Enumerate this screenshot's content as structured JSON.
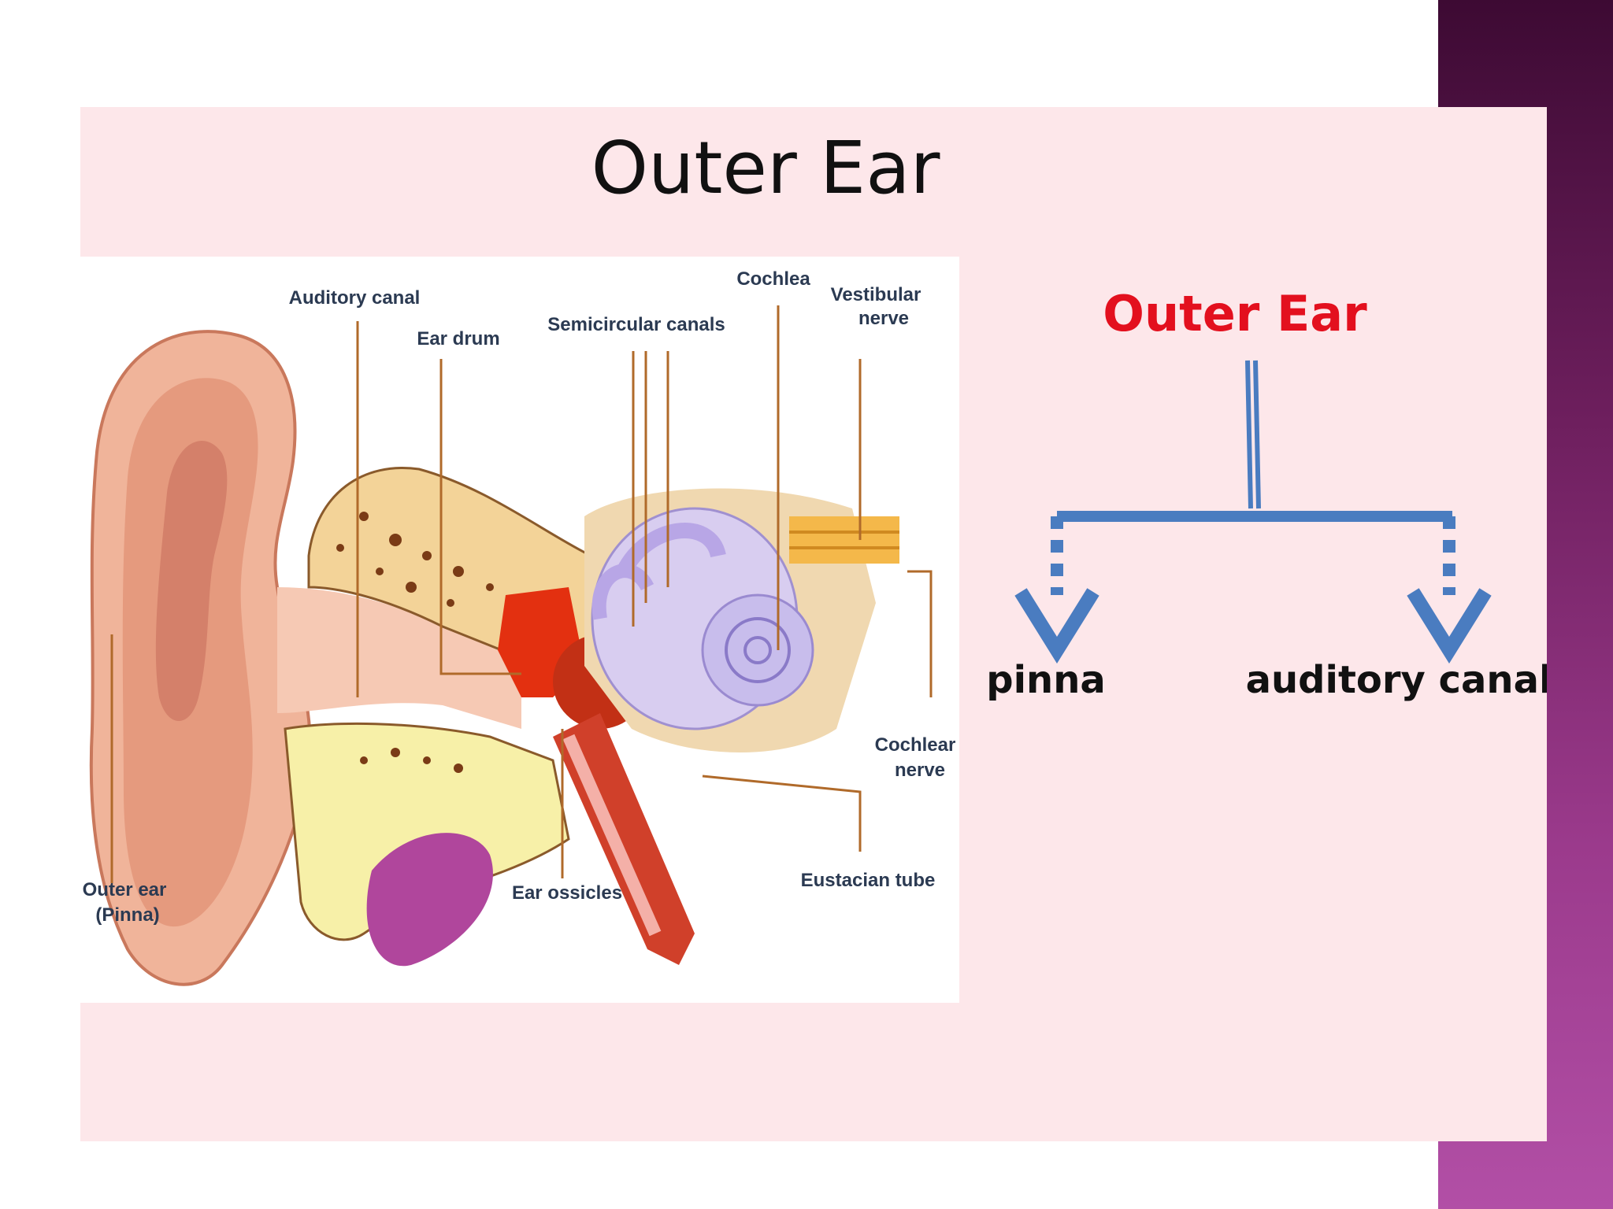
{
  "slide": {
    "title": "Outer Ear"
  },
  "diagram": {
    "labels": {
      "auditory_canal": "Auditory canal",
      "ear_drum": "Ear drum",
      "semicircular_canals": "Semicircular canals",
      "cochlea": "Cochlea",
      "vestibular_nerve_1": "Vestibular",
      "vestibular_nerve_2": "nerve",
      "cochlear_nerve_1": "Cochlear",
      "cochlear_nerve_2": "nerve",
      "eustacian_tube": "Eustacian tube",
      "ear_ossicles": "Ear ossicles",
      "outer_ear_1": "Outer ear",
      "outer_ear_2": "(Pinna)"
    }
  },
  "tree": {
    "root": "Outer Ear",
    "children": [
      "pinna",
      "auditory canal"
    ],
    "colors": {
      "root": "#e3101e",
      "lines": "#4a7cc0",
      "children": "#111111"
    }
  },
  "theme": {
    "panel_bg": "#fde7ea",
    "side_bar_gradient": [
      "#3d0a33",
      "#b24fa6"
    ]
  }
}
